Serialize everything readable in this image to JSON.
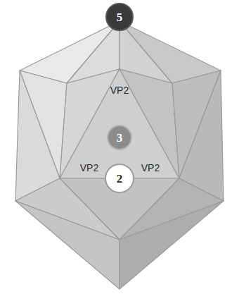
{
  "diagram": {
    "nodes": [
      {
        "text": [
          "5"
        ]
      },
      {
        "text": [
          "3"
        ]
      },
      {
        "text": [
          "2"
        ]
      }
    ],
    "labels": [
      "VP2",
      "VP2",
      "VP2"
    ]
  }
}
